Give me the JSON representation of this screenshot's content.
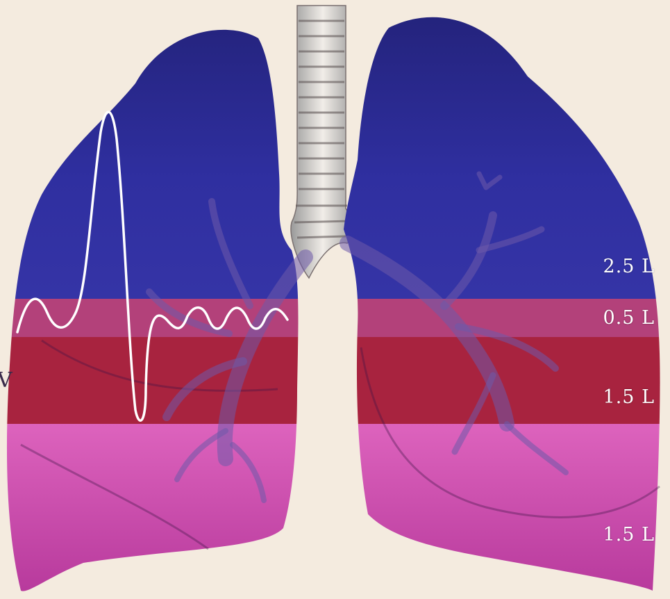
{
  "diagram": {
    "volume_labels": {
      "erv": "2.5 L",
      "tidal": "0.5 L",
      "irv": "1.5 L",
      "residual": "1.5 L"
    },
    "left_mark": "V",
    "colors": {
      "background": "#f4ebdf",
      "lung_blue": "#2b2a8f",
      "band_tidal": "#b3417a",
      "band_irv": "#a8233f",
      "band_residual": "#d358b3",
      "trace": "#ffffff"
    }
  }
}
